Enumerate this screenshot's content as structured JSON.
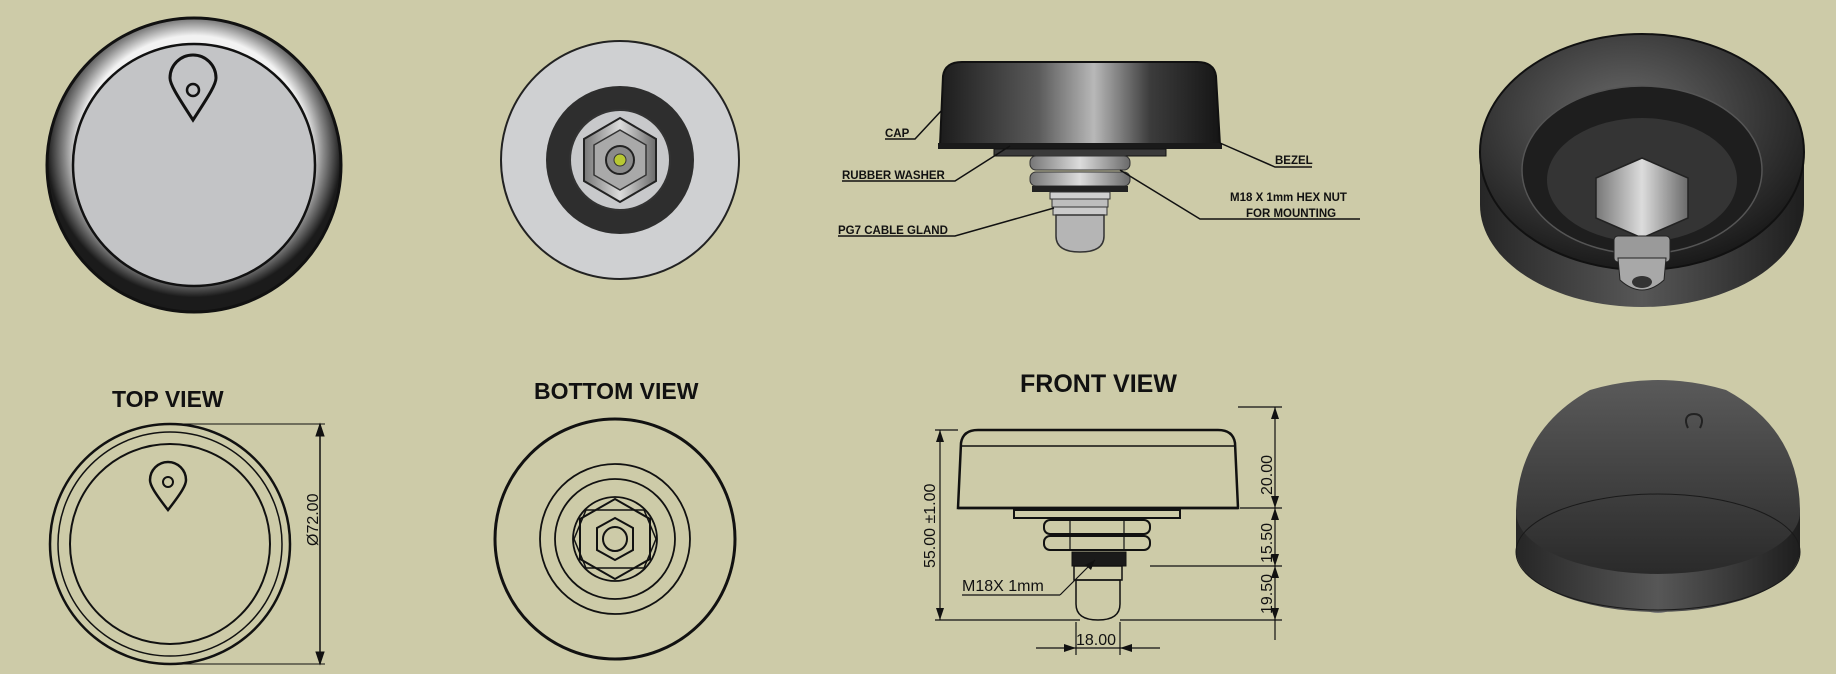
{
  "titles": {
    "top_view": "TOP VIEW",
    "bottom_view": "BOTTOM VIEW",
    "front_view": "FRONT VIEW"
  },
  "callouts": {
    "cap": "CAP",
    "rubber_washer": "RUBBER WASHER",
    "pg7_cable_gland": "PG7 CABLE GLAND",
    "bezel": "BEZEL",
    "hex_nut_line1": "M18 X 1mm HEX NUT",
    "hex_nut_line2": "FOR MOUNTING"
  },
  "dimensions": {
    "diameter": "Ø72.00",
    "overall_height": "55.00 ±1.00",
    "cap_height": "20.00",
    "nut_height": "15.50",
    "gland_height": "19.50",
    "thread": "M18X 1mm",
    "gland_width": "18.00"
  },
  "colors": {
    "background": "#cdcba8",
    "line": "#111111",
    "body_dark": "#2b2b2b",
    "cap_light": "#c4c6c8",
    "led_green": "#b8c832"
  },
  "icons": [
    "location-pin-icon"
  ]
}
